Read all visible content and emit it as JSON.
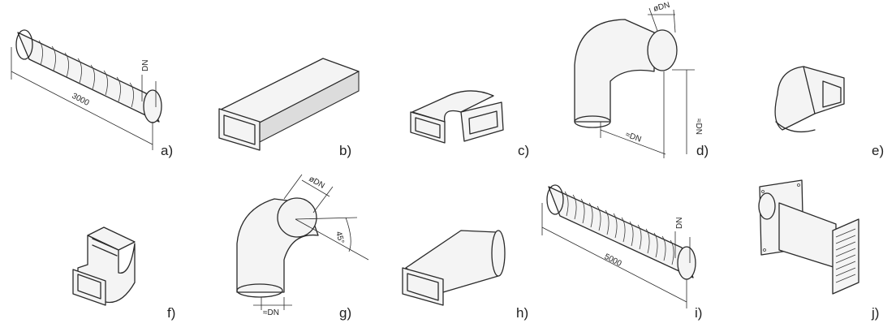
{
  "figure": {
    "parts": [
      {
        "id": "a",
        "label": "a)",
        "dims": [
          "3000",
          "DN"
        ]
      },
      {
        "id": "b",
        "label": "b)",
        "dims": []
      },
      {
        "id": "c",
        "label": "c)",
        "dims": []
      },
      {
        "id": "d",
        "label": "d)",
        "dims": [
          "øDN",
          "≈DN",
          "≈DN"
        ]
      },
      {
        "id": "e",
        "label": "e)",
        "dims": []
      },
      {
        "id": "f",
        "label": "f)",
        "dims": []
      },
      {
        "id": "g",
        "label": "g)",
        "dims": [
          "øDN",
          "45°",
          "≈DN"
        ]
      },
      {
        "id": "h",
        "label": "h)",
        "dims": []
      },
      {
        "id": "i",
        "label": "i)",
        "dims": [
          "5000",
          "DN"
        ]
      },
      {
        "id": "j",
        "label": "j)",
        "dims": []
      }
    ]
  }
}
